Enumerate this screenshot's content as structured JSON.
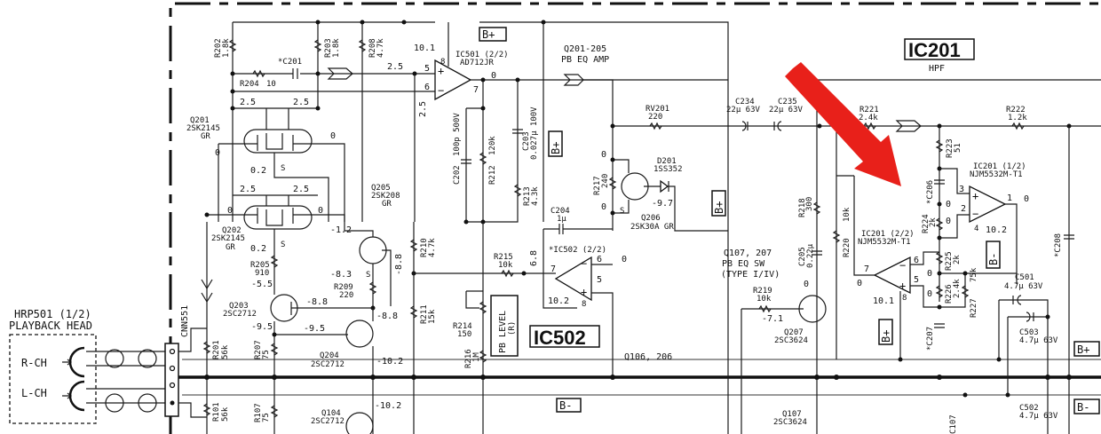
{
  "title_blocks": {
    "ic201": {
      "label": "IC201",
      "sub": "HPF"
    },
    "ic502": {
      "label": "IC502"
    }
  },
  "head": {
    "title_line1": "HRP501 (1/2)",
    "title_line2": "PLAYBACK HEAD",
    "r_ch": "R-CH",
    "l_ch": "L-CH"
  },
  "connector": {
    "label": "CNN551"
  },
  "supply_labels": {
    "b_plus": "B+",
    "b_minus": "B-"
  },
  "opamps": {
    "ic501": {
      "ref": "IC501 (2/2)",
      "part": "AD712JR",
      "pin_plus": "5",
      "pin_minus": "6",
      "pin_out": "7",
      "pin_v": "8",
      "v_pin8": "10.1",
      "v_in_plus": "2.5",
      "v_in_minus": "2.5",
      "v_out": "0"
    },
    "ic502": {
      "ref": "*IC502 (2/2)",
      "pin_plus": "5",
      "pin_minus": "6",
      "pin_out": "7",
      "pin_v": "8",
      "v_pin8": "10.2",
      "v_out": "6.8",
      "v_pin6": "0"
    },
    "ic201a": {
      "ref": "IC201 (1/2)",
      "part": "NJM5532M-T1",
      "pin_plus": "3",
      "pin_minus": "2",
      "pin_out": "1",
      "pin_v": "4",
      "v_out": "0",
      "v_pin4": "10.2",
      "v_pin3": "0",
      "v_pin2": "0"
    },
    "ic201b": {
      "ref": "IC201 (2/2)",
      "part": "NJM5532M-T1",
      "pin_plus": "5",
      "pin_minus": "6",
      "pin_out": "7",
      "pin_v": "8",
      "v_out": "0",
      "v_pin8": "10.1",
      "v_pin6": "0",
      "v_pin5": "0"
    }
  },
  "section_labels": {
    "pb_eq_amp_line1": "Q201-205",
    "pb_eq_amp_line2": "PB EQ AMP",
    "pb_eq_sw_line1": "Q107, 207",
    "pb_eq_sw_line2": "PB EQ SW",
    "pb_eq_sw_line3": "(TYPE I/IV)",
    "q106_206": "Q106, 206",
    "pb_level_line1": "PB LEVEL",
    "pb_level_line2": "(R)"
  },
  "transistors": [
    {
      "ref": "Q201",
      "part": "2SK2145",
      "grade": "GR"
    },
    {
      "ref": "Q202",
      "part": "2SK2145",
      "grade": "GR"
    },
    {
      "ref": "Q205",
      "part": "2SK208",
      "grade": "GR"
    },
    {
      "ref": "Q203",
      "part": "2SC2712"
    },
    {
      "ref": "Q204",
      "part": "2SC2712"
    },
    {
      "ref": "Q104",
      "part": "2SC2712"
    },
    {
      "ref": "Q206",
      "part": "2SK30A GR"
    },
    {
      "ref": "Q207",
      "part": "2SC3624"
    },
    {
      "ref": "Q107",
      "part": "2SC3624"
    }
  ],
  "diodes": [
    {
      "ref": "D201",
      "part": "1SS352"
    }
  ],
  "resistors": [
    {
      "ref": "R202",
      "value": "1.8k"
    },
    {
      "ref": "R203",
      "value": "1.8k"
    },
    {
      "ref": "R208",
      "value": "4.7k"
    },
    {
      "ref": "R204",
      "value": "10"
    },
    {
      "ref": "R205",
      "value": "910"
    },
    {
      "ref": "R209",
      "value": "220"
    },
    {
      "ref": "R207",
      "value": "75"
    },
    {
      "ref": "R107",
      "value": "75"
    },
    {
      "ref": "R201",
      "value": "56k"
    },
    {
      "ref": "R101",
      "value": "56k"
    },
    {
      "ref": "R210",
      "value": "4.7k"
    },
    {
      "ref": "R211",
      "value": "15k"
    },
    {
      "ref": "R212",
      "value": "120k"
    },
    {
      "ref": "R213",
      "value": "4.3k"
    },
    {
      "ref": "R214",
      "value": "150"
    },
    {
      "ref": "R215",
      "value": "10k"
    },
    {
      "ref": "RV201",
      "value": "220"
    },
    {
      "ref": "R216",
      "value": "1M"
    },
    {
      "ref": "R217",
      "value": "240"
    },
    {
      "ref": "R218",
      "value": "300"
    },
    {
      "ref": "R219",
      "value": "10k"
    },
    {
      "ref": "R220",
      "value": "10k"
    },
    {
      "ref": "R221",
      "value": "2.4k"
    },
    {
      "ref": "R222",
      "value": "1.2k"
    },
    {
      "ref": "R223",
      "value": "51"
    },
    {
      "ref": "R224",
      "value": "2k"
    },
    {
      "ref": "R225",
      "value": "2k"
    },
    {
      "ref": "R226",
      "value": "2.4k"
    },
    {
      "ref": "R227",
      "value": "75k"
    }
  ],
  "capacitors": [
    {
      "ref": "*C201",
      "value": ""
    },
    {
      "ref": "C202",
      "value": "100p 500V"
    },
    {
      "ref": "C203",
      "value": "0.027µ 100V"
    },
    {
      "ref": "C204",
      "value": "1µ"
    },
    {
      "ref": "C205",
      "value": "0.22µ"
    },
    {
      "ref": "C234",
      "value": "22µ 63V"
    },
    {
      "ref": "C235",
      "value": "22µ 63V"
    },
    {
      "ref": "*C206",
      "value": ""
    },
    {
      "ref": "*C207",
      "value": ""
    },
    {
      "ref": "*C208",
      "value": ""
    },
    {
      "ref": "C501",
      "value": "4.7µ 63V"
    },
    {
      "ref": "C503",
      "value": "4.7µ 63V"
    },
    {
      "ref": "C502",
      "value": "4.7µ 63V"
    },
    {
      "ref": "C107",
      "value": ""
    }
  ],
  "voltages": {
    "q201_d_left": "2.5",
    "q201_d_right": "2.5",
    "q201_g_left": "0",
    "q201_g_right": "0",
    "q201_s": "0.2",
    "q202_d_left": "2.5",
    "q202_d_right": "2.5",
    "q202_g_left": "0",
    "q202_g_right": "0",
    "q202_s": "0.2",
    "q205_g": "-1.2",
    "q205_s": "-8.3",
    "q205_d": "-8.8",
    "q203_c": "-5.5",
    "q203_b": "-8.8",
    "q203_e": "-9.5",
    "q204_b": "-9.5",
    "q204_c": "-8.8",
    "q204_e": "-10.2",
    "q104_e": "-10.2",
    "q206_d": "0",
    "q206_s": "0",
    "d201": "-9.7",
    "q207_c": "0",
    "q207_b": "-7.1"
  },
  "annotation": {
    "arrow_color": "#e8201a"
  }
}
